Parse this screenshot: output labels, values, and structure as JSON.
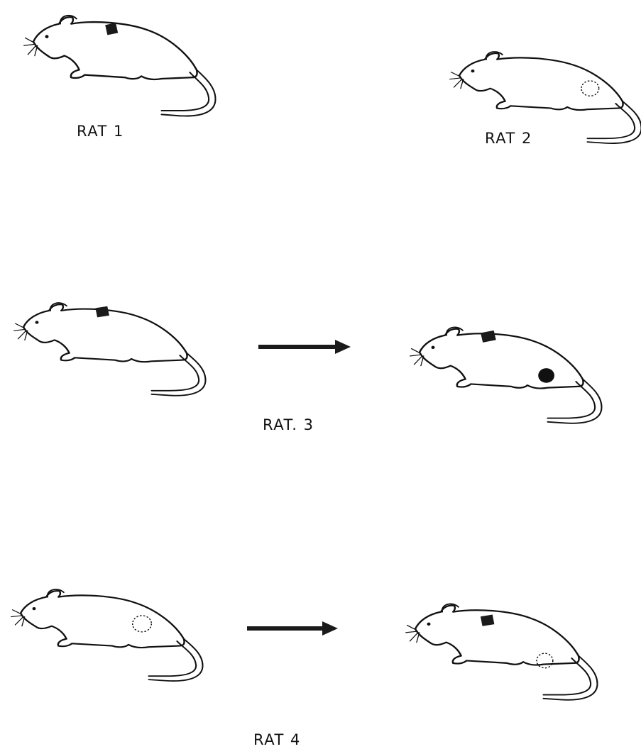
{
  "labels": {
    "rat1": "RAT 1",
    "rat2": "RAT 2",
    "rat3": "RAT. 3",
    "rat4": "RAT 4"
  },
  "colors": {
    "ink": "#111111",
    "background": "#ffffff"
  }
}
